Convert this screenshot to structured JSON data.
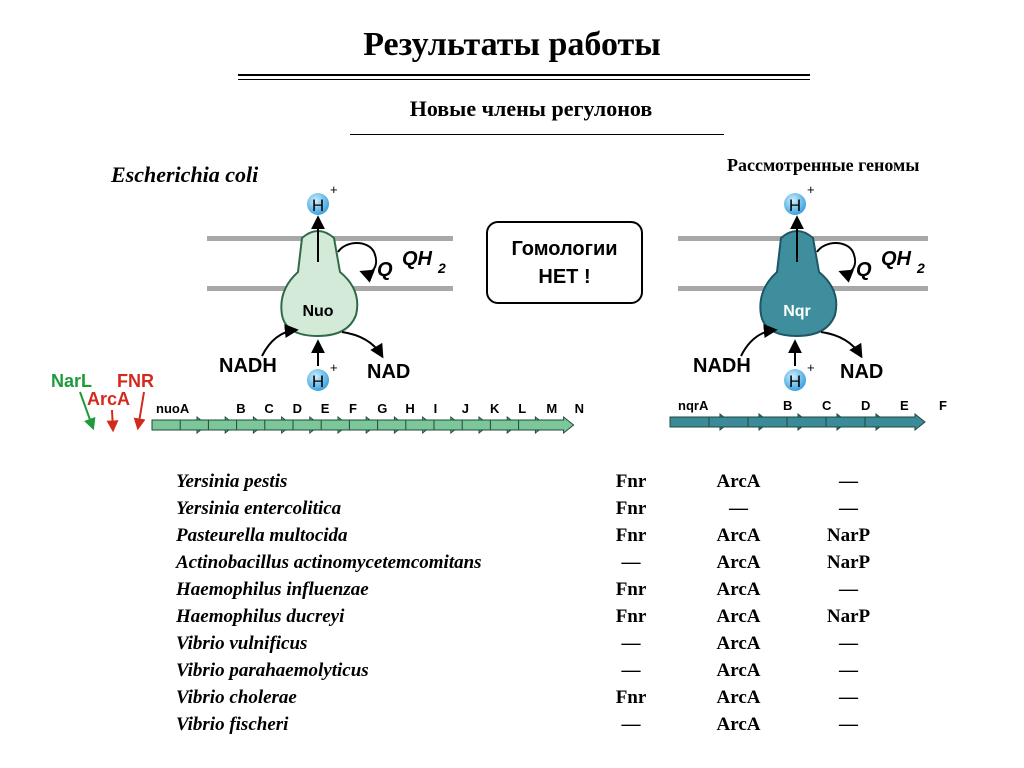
{
  "slide": {
    "title": "Результаты работы",
    "subtitle": "Новые члены регулонов",
    "left_organism": "Escherichia coli",
    "right_label": "Рассмотренные геномы",
    "no_homology_line1": "Гомологии",
    "no_homology_line2": "НЕТ !"
  },
  "complex_left": {
    "name": "Nuo",
    "proton": "H",
    "proton_sup": "+",
    "quinone": "Q",
    "quinol": "QH",
    "quinol_sub": "2",
    "substrate": "NADH",
    "product": "NAD",
    "fill": "#d4ead9",
    "stroke": "#2e6b46"
  },
  "complex_right": {
    "name": "Nqr",
    "proton": "H",
    "proton_sup": "+",
    "quinone": "Q",
    "quinol": "QH",
    "quinol_sub": "2",
    "substrate": "NADH",
    "product": "NAD",
    "fill": "#3f8e9e",
    "stroke": "#1e5663"
  },
  "regulators_left": [
    {
      "name": "NarL",
      "color": "#1e9a3a"
    },
    {
      "name": "ArcA",
      "color": "#d42a1e"
    },
    {
      "name": "FNR",
      "color": "#d42a1e"
    }
  ],
  "operon_left": {
    "color": "#7cc79a",
    "genes": [
      "nuoA",
      "B",
      "C",
      "D",
      "E",
      "F",
      "G",
      "H",
      "I",
      "J",
      "K",
      "L",
      "M",
      "N"
    ]
  },
  "operon_right": {
    "color": "#3a8a9a",
    "genes": [
      "nqrA",
      "B",
      "C",
      "D",
      "E",
      "F"
    ]
  },
  "organisms": [
    {
      "name": "Yersinia pestis",
      "fnr": "Fnr",
      "arca": "ArcA",
      "narp": "—"
    },
    {
      "name": "Yersinia entercolitica",
      "fnr": "Fnr",
      "arca": "—",
      "narp": "—"
    },
    {
      "name": "Pasteurella multocida",
      "fnr": "Fnr",
      "arca": "ArcA",
      "narp": "NarP"
    },
    {
      "name": "Actinobacillus actinomycetemcomitans",
      "fnr": "—",
      "arca": "ArcA",
      "narp": "NarP"
    },
    {
      "name": "Haemophilus influenzae",
      "fnr": "Fnr",
      "arca": "ArcA",
      "narp": "—"
    },
    {
      "name": "Haemophilus ducreyi",
      "fnr": "Fnr",
      "arca": "ArcA",
      "narp": "NarP"
    },
    {
      "name": "Vibrio vulnificus",
      "fnr": "—",
      "arca": "ArcA",
      "narp": "—"
    },
    {
      "name": "Vibrio parahaemolyticus",
      "fnr": "—",
      "arca": "ArcA",
      "narp": "—"
    },
    {
      "name": "Vibrio cholerae",
      "fnr": "Fnr",
      "arca": "ArcA",
      "narp": "—"
    },
    {
      "name": "Vibrio fischeri",
      "fnr": "—",
      "arca": "ArcA",
      "narp": "—"
    }
  ]
}
